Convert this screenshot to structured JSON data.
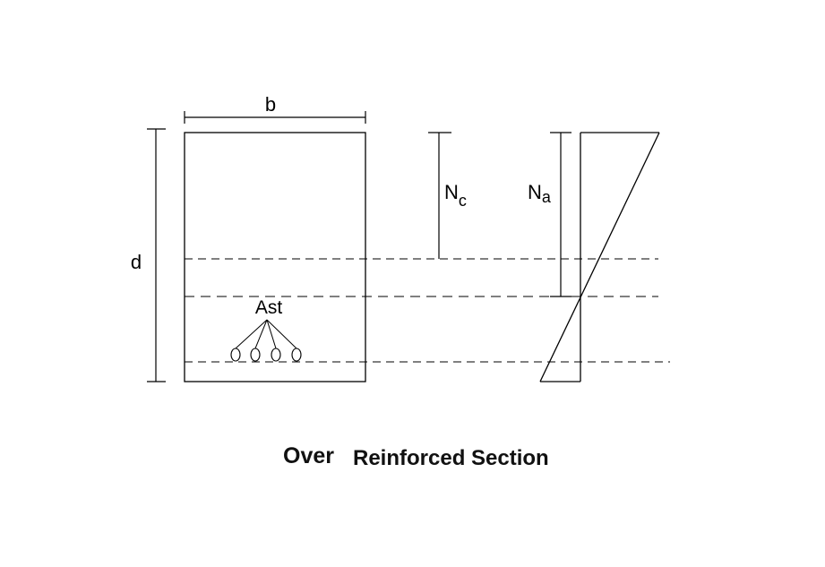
{
  "labels": {
    "width": "b",
    "depth": "d",
    "steel_area": "Ast",
    "nc_base": "N",
    "nc_sub": "c",
    "na_base": "N",
    "na_sub": "a"
  },
  "title": {
    "part1": "Over",
    "part2": "Reinforced Section"
  }
}
